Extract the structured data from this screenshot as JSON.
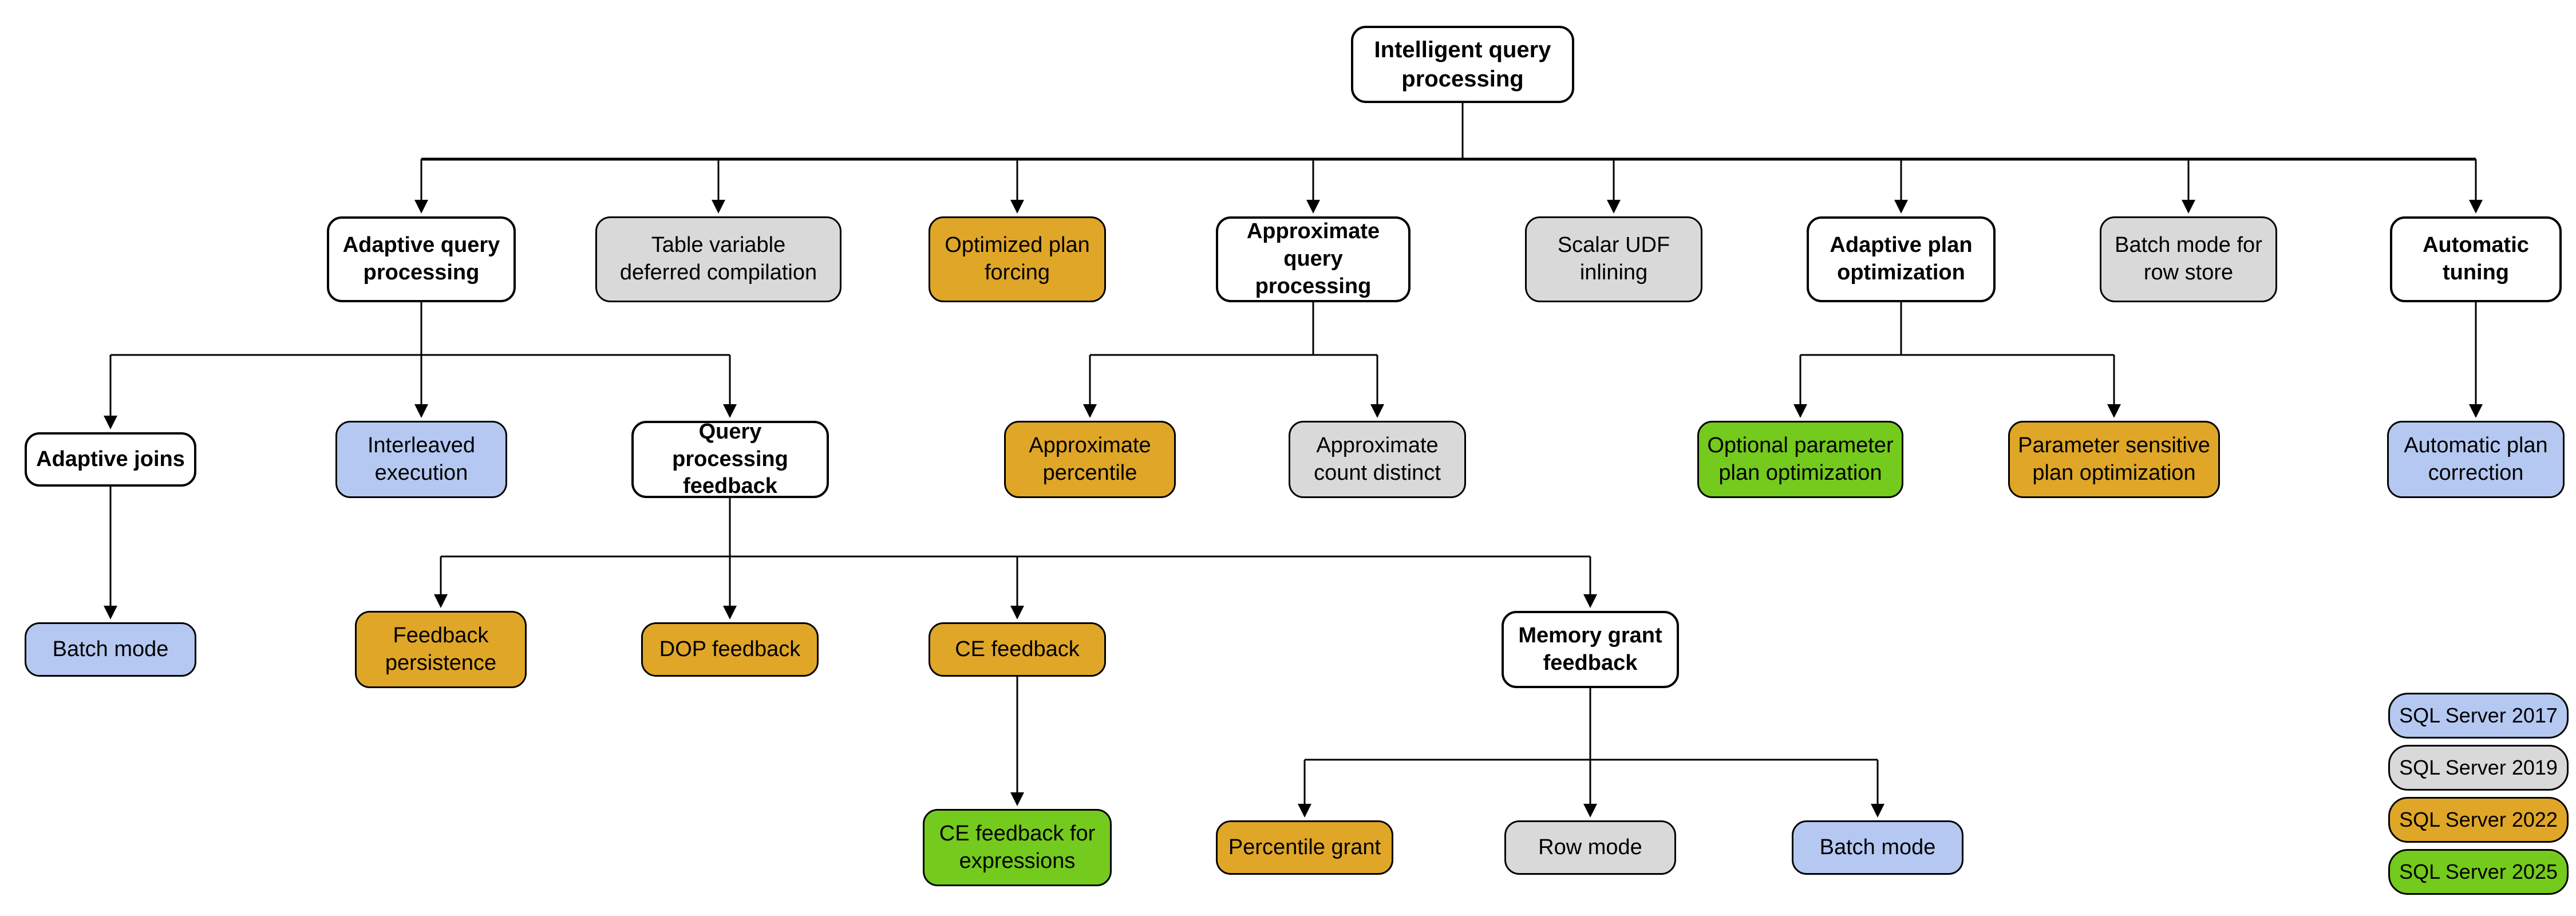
{
  "colors": {
    "white": "#ffffff",
    "sql2017": "#b5c8f1",
    "sql2019": "#d9d9d9",
    "sql2022": "#dfa628",
    "sql2025": "#74ca1d",
    "line": "#000000"
  },
  "nodes": {
    "root": {
      "label": "Intelligent query\nprocessing"
    },
    "adaptive_qp": {
      "label": "Adaptive query\nprocessing"
    },
    "table_variable": {
      "label": "Table variable\ndeferred compilation"
    },
    "optimized_plan_forcing": {
      "label": "Optimized plan\nforcing"
    },
    "approx_qp": {
      "label": "Approximate\nquery processing"
    },
    "scalar_udf": {
      "label": "Scalar UDF\ninlining"
    },
    "adaptive_plan_opt": {
      "label": "Adaptive plan\noptimization"
    },
    "batch_mode_row_store": {
      "label": "Batch mode for\nrow store"
    },
    "automatic_tuning": {
      "label": "Automatic\ntuning"
    },
    "adaptive_joins": {
      "label": "Adaptive joins"
    },
    "interleaved_execution": {
      "label": "Interleaved\nexecution"
    },
    "query_processing_feedback": {
      "label": "Query processing\nfeedback"
    },
    "approx_percentile": {
      "label": "Approximate\npercentile"
    },
    "approx_count_distinct": {
      "label": "Approximate\ncount distinct"
    },
    "optional_param_plan_opt": {
      "label": "Optional parameter\nplan optimization"
    },
    "param_sensitive_plan_opt": {
      "label": "Parameter sensitive\nplan optimization"
    },
    "automatic_plan_correction": {
      "label": "Automatic plan\ncorrection"
    },
    "batch_mode_adaptive_joins": {
      "label": "Batch mode"
    },
    "feedback_persistence": {
      "label": "Feedback\npersistence"
    },
    "dop_feedback": {
      "label": "DOP feedback"
    },
    "ce_feedback": {
      "label": "CE feedback"
    },
    "memory_grant_feedback": {
      "label": "Memory grant\nfeedback"
    },
    "ce_feedback_expressions": {
      "label": "CE feedback for\nexpressions"
    },
    "percentile_grant": {
      "label": "Percentile grant"
    },
    "row_mode": {
      "label": "Row mode"
    },
    "batch_mode_memory_grant": {
      "label": "Batch mode"
    }
  },
  "legend": {
    "items": [
      {
        "label": "SQL Server 2017"
      },
      {
        "label": "SQL Server 2019"
      },
      {
        "label": "SQL Server 2022"
      },
      {
        "label": "SQL Server 2025"
      }
    ]
  }
}
